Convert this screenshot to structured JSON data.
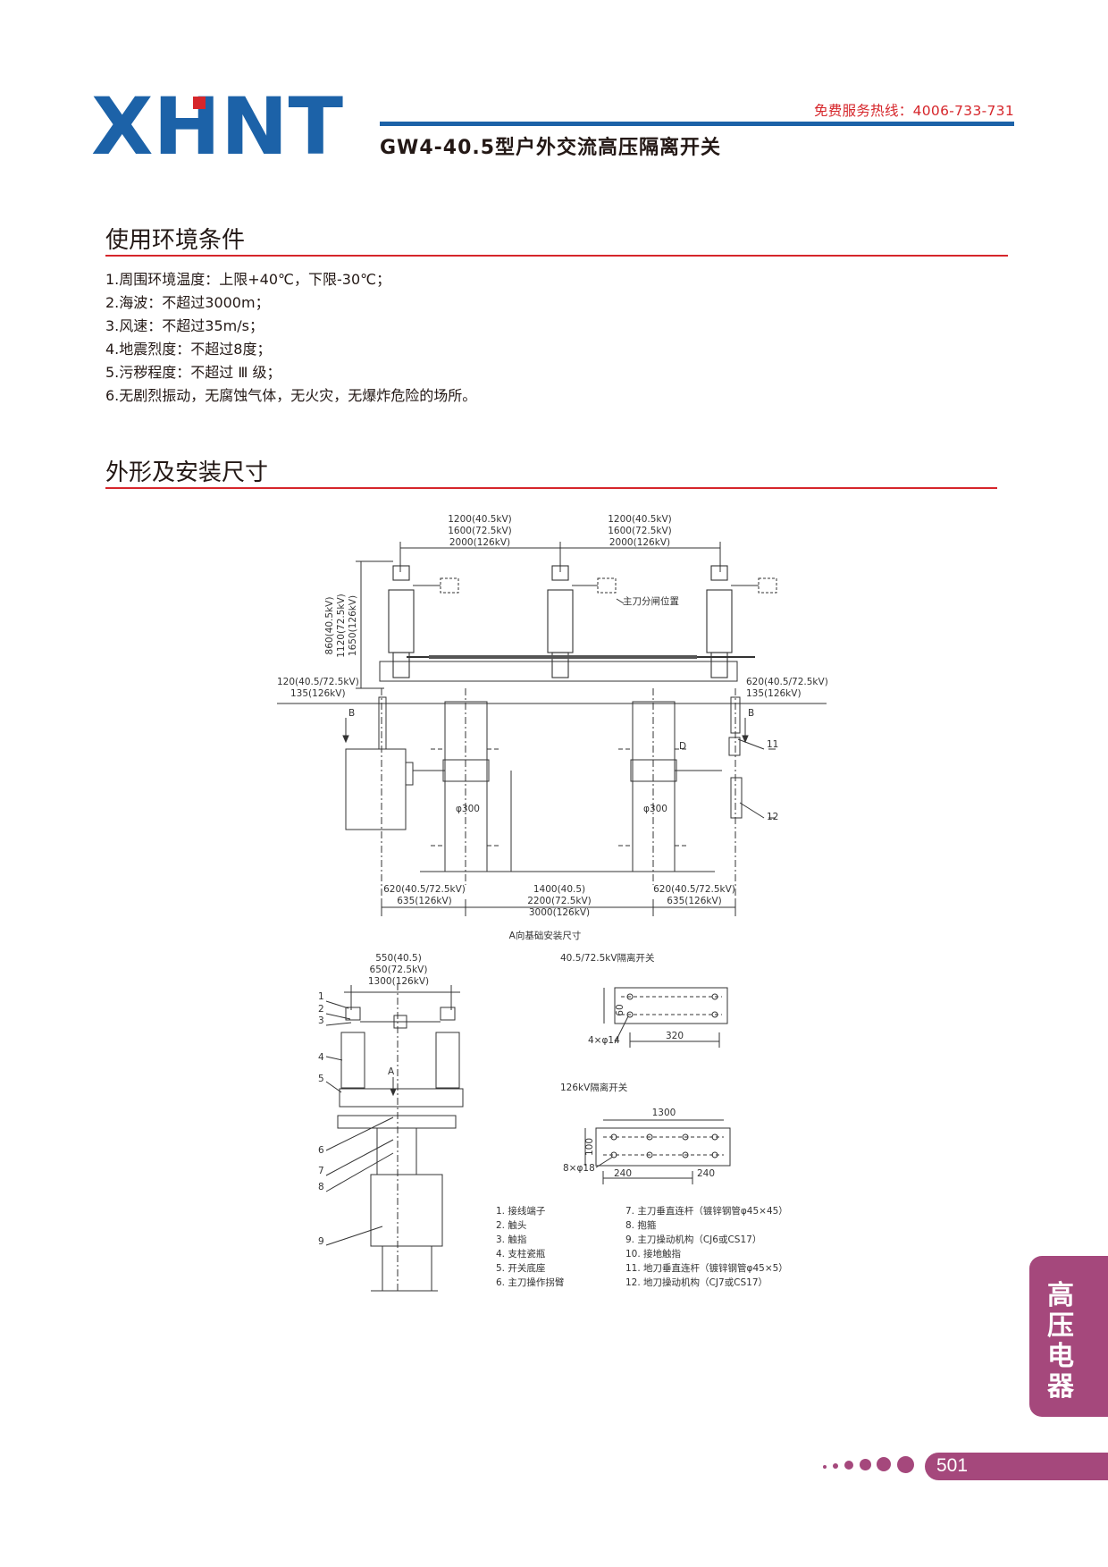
{
  "header": {
    "logo_text": "XHNT",
    "hotline": "免费服务热线：4006-733-731",
    "product_title": "GW4-40.5型户外交流高压隔离开关"
  },
  "section_env": {
    "heading": "使用环境条件",
    "items": [
      "1.周围环境温度：上限+40℃，下限-30℃；",
      "2.海波：不超过3000m；",
      "3.风速：不超过35m/s；",
      "4.地震烈度：不超过8度；",
      "5.污秽程度：不超过 Ⅲ 级；",
      "6.无剧烈振动，无腐蚀气体，无火灾，无爆炸危险的场所。"
    ]
  },
  "section_dims": {
    "heading": "外形及安装尺寸"
  },
  "drawing": {
    "top_dim_1": [
      "1200(40.5kV)",
      "1600(72.5kV)",
      "2000(126kV)"
    ],
    "top_dim_2": [
      "1200(40.5kV)",
      "1600(72.5kV)",
      "2000(126kV)"
    ],
    "height_dim": [
      "860(40.5kV)",
      "1120(72.5kV)",
      "1650(126kV)"
    ],
    "open_position_label": "主刀分闸位置",
    "left_offset": [
      "120(40.5/72.5kV)",
      "135(126kV)"
    ],
    "right_offset": [
      "620(40.5/72.5kV)",
      "135(126kV)"
    ],
    "section_b": "B",
    "view_d": "D",
    "phi300": "φ300",
    "callout_11": "11",
    "callout_12": "12",
    "bottom_left": [
      "620(40.5/72.5kV)",
      "635(126kV)"
    ],
    "bottom_mid": [
      "1400(40.5)",
      "2200(72.5kV)",
      "3000(126kV)"
    ],
    "bottom_right": [
      "620(40.5/72.5kV)",
      "635(126kV)"
    ],
    "view_a_caption": "A向基础安装尺寸",
    "side_dim": [
      "550(40.5)",
      "650(72.5kV)",
      "1300(126kV)"
    ],
    "view_a": "A",
    "label_405": "40.5/72.5kV隔离开关",
    "d60": "60",
    "d320": "320",
    "holes_4": "4×φ14",
    "label_126": "126kV隔离开关",
    "d1300": "1300",
    "d100": "100",
    "d240a": "240",
    "d240b": "240",
    "holes_8": "8×φ18",
    "callouts_side": [
      "1",
      "2",
      "3",
      "4",
      "5",
      "6",
      "7",
      "8",
      "9"
    ],
    "legend_left": [
      "1. 接线端子",
      "2. 触头",
      "3. 触指",
      "4. 支柱瓷瓶",
      "5. 开关底座",
      "6. 主刀操作拐臂"
    ],
    "legend_right": [
      "7. 主刀垂直连杆（镀锌钢管φ45×45）",
      "8. 抱箍",
      "9. 主刀操动机构（CJ6或CS17）",
      "10. 接地触指",
      "11. 地刀垂直连杆（镀锌钢管φ45×5）",
      "12. 地刀操动机构（CJ7或CS17）"
    ]
  },
  "side_tab": {
    "text": "高压电器"
  },
  "footer": {
    "page_number": "501"
  },
  "colors": {
    "brand_blue": "#1c62a8",
    "accent_red": "#d6262b",
    "tab_magenta": "#a5487c",
    "text": "#231815"
  },
  "icons": [
    "logo",
    "dot-trail"
  ]
}
